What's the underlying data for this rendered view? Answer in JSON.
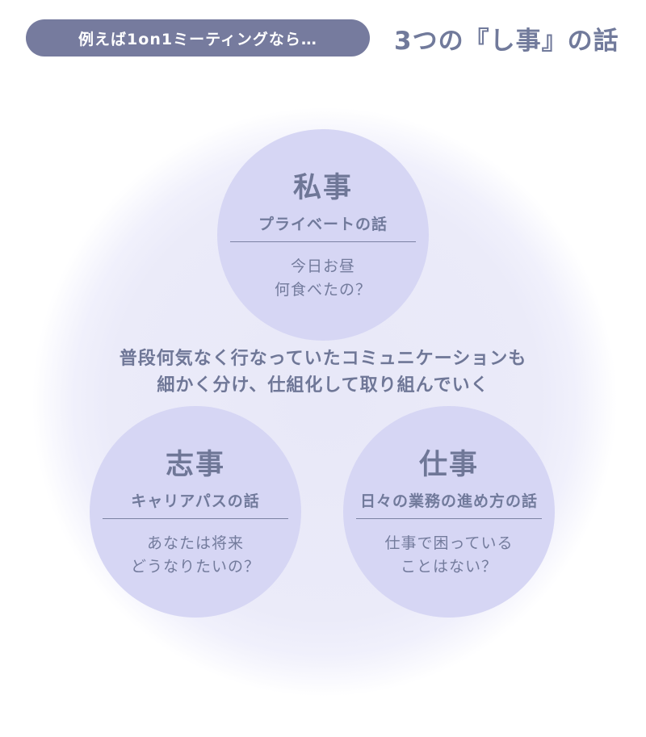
{
  "header": {
    "pill_label": "例えば1on1ミーティングなら…",
    "title": "3つの『し事』の話"
  },
  "center": {
    "line1": "普段何気なく行なっていたコミュニケーションも",
    "line2": "細かく分け、仕組化して取り組んでいく"
  },
  "circles": [
    {
      "heading": "私事",
      "subtitle": "プライベートの話",
      "question_line1": "今日お昼",
      "question_line2": "何食べたの？"
    },
    {
      "heading": "志事",
      "subtitle": "キャリアパスの話",
      "question_line1": "あなたは将来",
      "question_line2": "どうなりたいの？"
    },
    {
      "heading": "仕事",
      "subtitle": "日々の業務の進め方の話",
      "question_line1": "仕事で困っている",
      "question_line2": "ことはない？"
    }
  ]
}
